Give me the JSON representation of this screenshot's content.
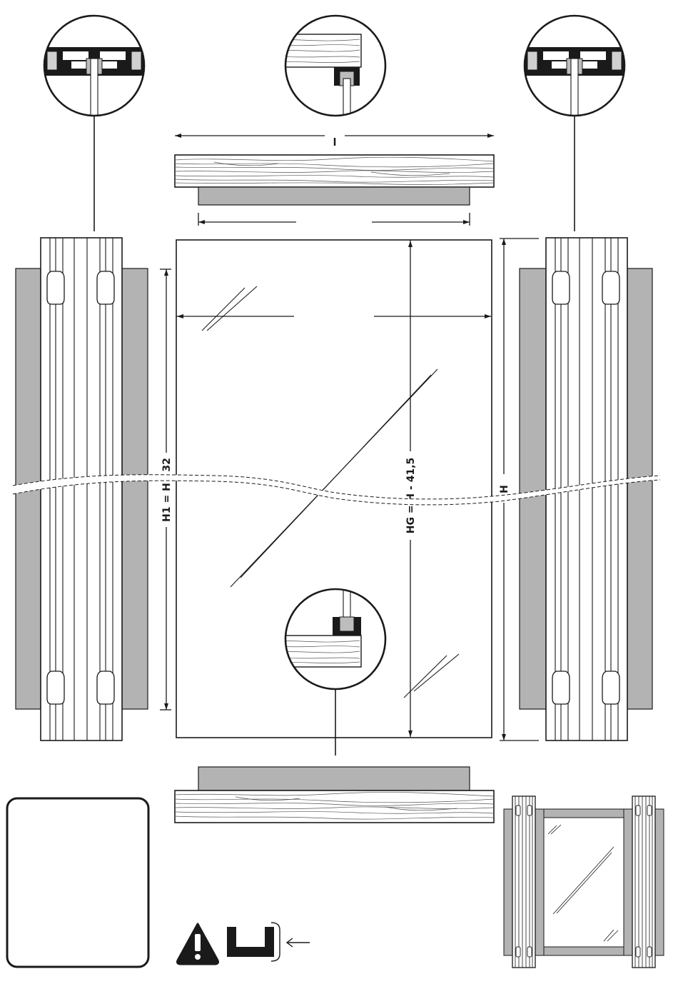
{
  "dimensions": {
    "frame_height": "H",
    "glass_height": "HG = H - 41,5",
    "side_height": "H1 = H - 32",
    "top_length": "l"
  },
  "colors": {
    "ink": "#1a1a1a",
    "grey_seal": "#b3b3b3",
    "wood_line": "#555555"
  },
  "icons": {
    "warning": "warning-triangle-icon",
    "profile": "u-profile-icon",
    "arrow": "arrow-left-icon"
  }
}
